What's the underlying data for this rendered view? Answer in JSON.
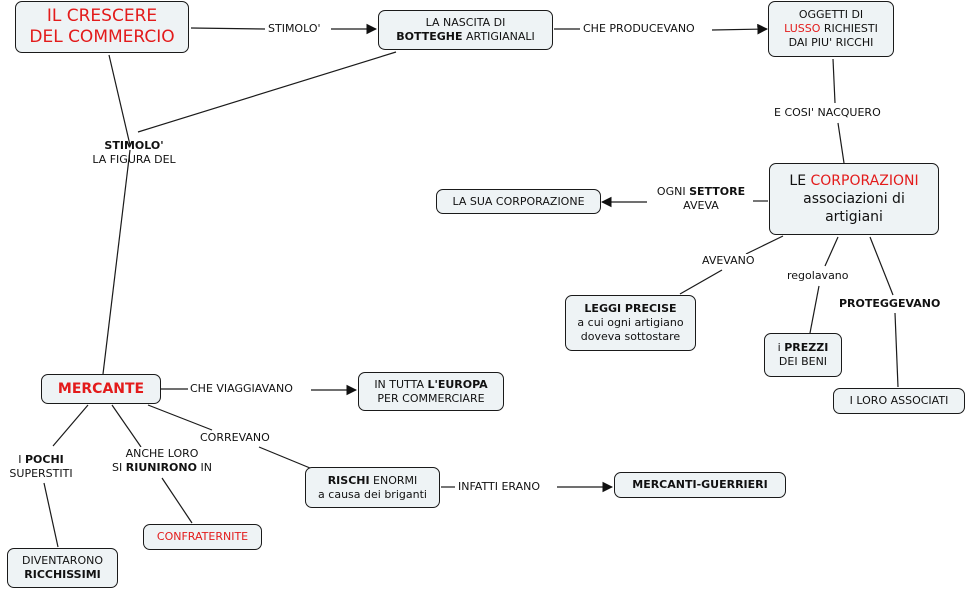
{
  "nodes": {
    "crescere": {
      "line1": "IL CRESCERE",
      "line2": "DEL COMMERCIO"
    },
    "botteghe": {
      "line1": "LA NASCITA DI",
      "bold": "BOTTEGHE",
      "rest": " ARTIGIANALI"
    },
    "oggetti": {
      "line1": "OGGETTI DI",
      "red": "LUSSO",
      "rest": " RICHIESTI",
      "line3": "DAI PIU' RICCHI"
    },
    "corporazioni": {
      "pre": "LE ",
      "red": "CORPORAZIONI",
      "line2": "associazioni di",
      "line3": "artigiani"
    },
    "sua_corporazione": {
      "text": "LA SUA CORPORAZIONE"
    },
    "leggi": {
      "bold": "LEGGI PRECISE",
      "line2": "a cui ogni artigiano",
      "line3": "doveva sottostare"
    },
    "prezzi": {
      "pre": "i ",
      "bold": "PREZZI",
      "line2": "DEI BENI"
    },
    "associati": {
      "text": "I LORO ASSOCIATI"
    },
    "mercante": {
      "text": "MERCANTE"
    },
    "europa": {
      "pre": "IN TUTTA ",
      "bold": "L'EUROPA",
      "line2": "PER COMMERCIARE"
    },
    "rischi": {
      "bold": "RISCHI",
      "rest": " ENORMI",
      "line2": "a causa dei briganti"
    },
    "guerrieri": {
      "text": "MERCANTI-GUERRIERI"
    },
    "confraternite": {
      "text": "CONFRATERNITE"
    },
    "ricchissimi": {
      "line1": "DIVENTARONO",
      "bold": "RICCHISSIMI"
    }
  },
  "links": {
    "stimolo1": "STIMOLO'",
    "stimolo2": {
      "bold": "STIMOLO'",
      "line2": "LA FIGURA DEL"
    },
    "producevano": "CHE PRODUCEVANO",
    "nacquero": "E COSI' NACQUERO",
    "settore": {
      "pre": "OGNI ",
      "bold": "SETTORE",
      "line2": "AVEVA"
    },
    "avevano": "AVEVANO",
    "regolavano": "regolavano",
    "proteggevano": "PROTEGGEVANO",
    "viaggiavano": "CHE VIAGGIAVANO",
    "correvano": "CORREVANO",
    "infatti": "INFATTI ERANO",
    "riunirono": {
      "line1": "ANCHE LORO",
      "pre": "SI ",
      "bold": "RIUNIRONO",
      "rest": " IN"
    },
    "pochi": {
      "pre": "I ",
      "bold": "POCHI",
      "line2": "SUPERSTITI"
    }
  },
  "colors": {
    "node_fill": "#eef3f5",
    "accent_red": "#e31b1b",
    "line": "#1a1a1a"
  }
}
